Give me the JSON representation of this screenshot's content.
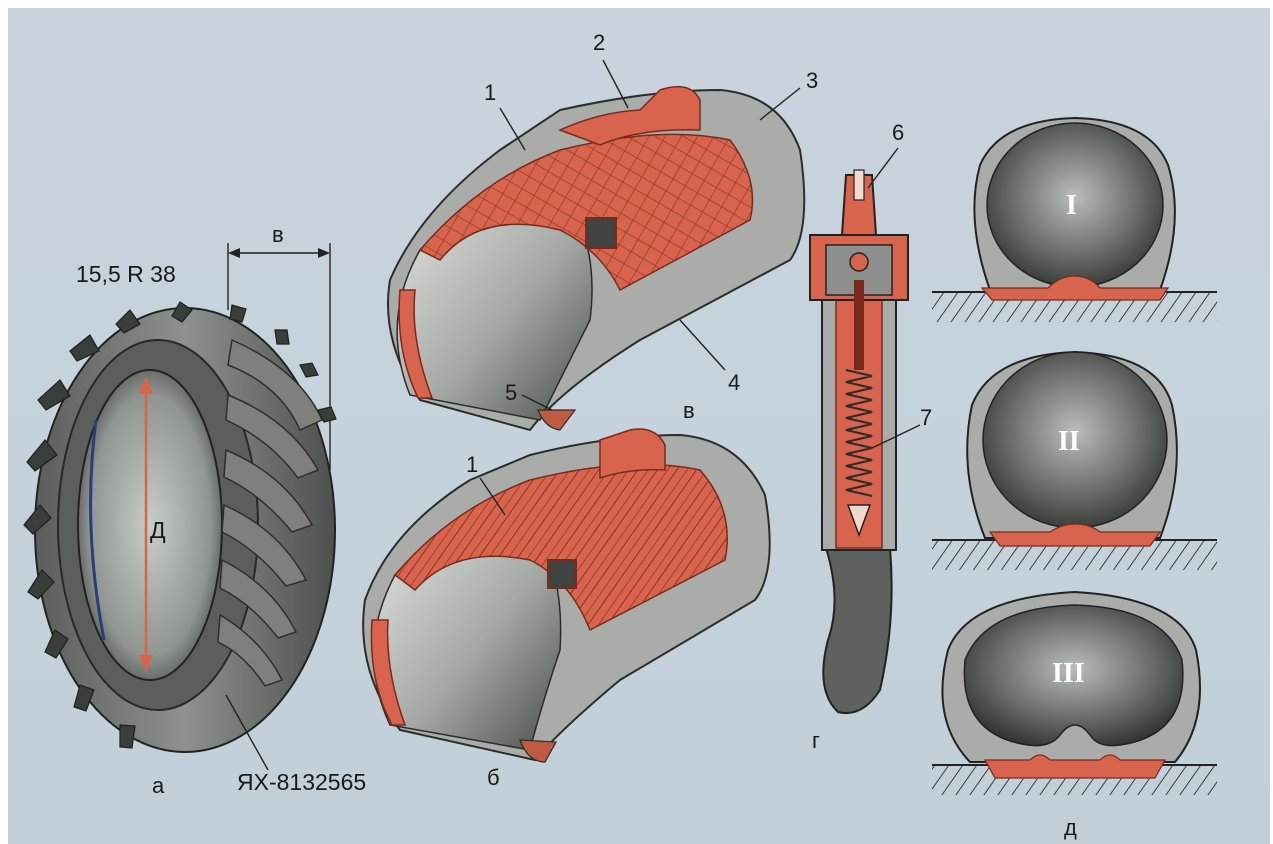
{
  "colors": {
    "background": "#c6d2dc",
    "rubber_gray": "#a9aca8",
    "rubber_dark": "#3f4440",
    "cord_red": "#d9644d",
    "cord_red_dark": "#b8432f",
    "ground": "#505450"
  },
  "figure_a": {
    "size_marking": "15,5 R 38",
    "width_label": "в",
    "diameter_label": "Д",
    "serial": "ЯХ-8132565",
    "caption": "а"
  },
  "figure_v": {
    "callouts": [
      "1",
      "2",
      "3",
      "4",
      "5"
    ],
    "caption": "в"
  },
  "figure_b": {
    "callout": "1",
    "caption": "б"
  },
  "figure_g": {
    "callouts": [
      "6",
      "7"
    ],
    "caption": "г"
  },
  "figure_d": {
    "states": [
      "I",
      "II",
      "III"
    ],
    "caption": "д"
  }
}
